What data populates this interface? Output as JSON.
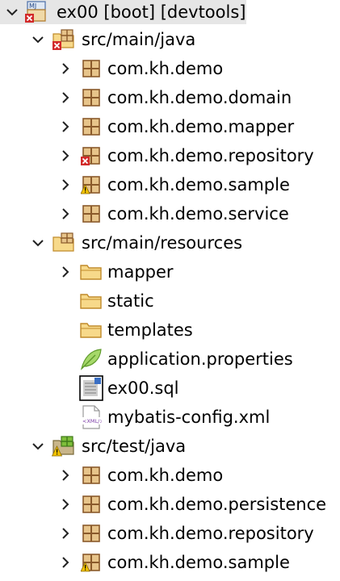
{
  "colors": {
    "package_brown": "#8a5a2b",
    "package_fill": "#e7c48a",
    "folder_fill": "#f7d98a",
    "folder_stroke": "#c08a2a",
    "error_red": "#d22a2a",
    "warning_yellow": "#f2c200",
    "leaf_green": "#7fbf3a",
    "selection_bg": "#e6e6e6"
  },
  "project": {
    "label": "ex00 [boot] [devtools]",
    "icon": "project-icon",
    "decorator": "error"
  },
  "folders": [
    {
      "label": "src/main/java",
      "icon": "source-folder-icon",
      "decorator": "error",
      "children": [
        {
          "label": "com.kh.demo",
          "icon": "package-icon",
          "decorator": ""
        },
        {
          "label": "com.kh.demo.domain",
          "icon": "package-icon",
          "decorator": ""
        },
        {
          "label": "com.kh.demo.mapper",
          "icon": "package-icon",
          "decorator": ""
        },
        {
          "label": "com.kh.demo.repository",
          "icon": "package-icon",
          "decorator": "error"
        },
        {
          "label": "com.kh.demo.sample",
          "icon": "package-icon",
          "decorator": "warning"
        },
        {
          "label": "com.kh.demo.service",
          "icon": "package-icon",
          "decorator": ""
        }
      ]
    },
    {
      "label": "src/main/resources",
      "icon": "resource-folder-icon",
      "decorator": "",
      "children": [
        {
          "label": "mapper",
          "icon": "folder-icon",
          "decorator": ""
        },
        {
          "label": "static",
          "icon": "folder-icon",
          "decorator": ""
        },
        {
          "label": "templates",
          "icon": "folder-icon",
          "decorator": ""
        },
        {
          "label": "application.properties",
          "icon": "properties-leaf-icon",
          "decorator": ""
        },
        {
          "label": "ex00.sql",
          "icon": "sql-file-icon",
          "decorator": ""
        },
        {
          "label": "mybatis-config.xml",
          "icon": "xml-file-icon",
          "decorator": ""
        }
      ]
    },
    {
      "label": "src/test/java",
      "icon": "test-source-folder-icon",
      "decorator": "warning",
      "children": [
        {
          "label": "com.kh.demo",
          "icon": "package-icon",
          "decorator": ""
        },
        {
          "label": "com.kh.demo.persistence",
          "icon": "package-icon",
          "decorator": ""
        },
        {
          "label": "com.kh.demo.repository",
          "icon": "package-icon",
          "decorator": ""
        },
        {
          "label": "com.kh.demo.sample",
          "icon": "package-icon",
          "decorator": "warning"
        }
      ]
    }
  ]
}
